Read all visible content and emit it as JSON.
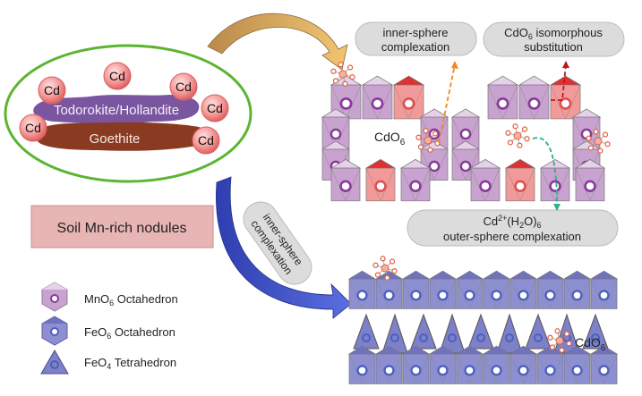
{
  "nodule": {
    "cd_label": "Cd",
    "mn_phase": "Todorokite/Hollandite",
    "fe_phase": "Goethite",
    "title": "Soil Mn-rich nodules"
  },
  "arrow_label": {
    "line1": "inner-sphere",
    "line2": "complexation"
  },
  "pills": {
    "inner": {
      "line1": "inner-sphere",
      "line2": "complexation"
    },
    "iso": {
      "line1_main": "CdO",
      "line1_sub": "6",
      "line1_rest": " isomorphous",
      "line2": "substitution"
    },
    "outer": {
      "line1_a": "Cd",
      "line1_sup": "2+",
      "line1_b": "(H",
      "line1_sub1": "2",
      "line1_c": "O)",
      "line1_sub2": "6",
      "line2": "outer-sphere complexation"
    }
  },
  "cdo6_label": {
    "main": "CdO",
    "sub": "6"
  },
  "legend": [
    {
      "main": "MnO",
      "sub": "6",
      "rest": " Octahedron",
      "color": "#c9a3cf"
    },
    {
      "main": "FeO",
      "sub": "6",
      "rest": " Octahedron",
      "color": "#8d8fd0"
    },
    {
      "main": "FeO",
      "sub": "4",
      "rest": " Tetrahedron",
      "color": "#7e80c8"
    }
  ],
  "colors": {
    "ellipse": "#5cb531",
    "mn_blob": "#7b56a0",
    "fe_blob": "#8b3a22",
    "cd_ball": "#f08080",
    "nodule_box": "#e7b5b3",
    "pill": "#dcdcdc",
    "tan_arrow": "#d9ae6b",
    "blue_arrow": "#3f4fc1"
  }
}
